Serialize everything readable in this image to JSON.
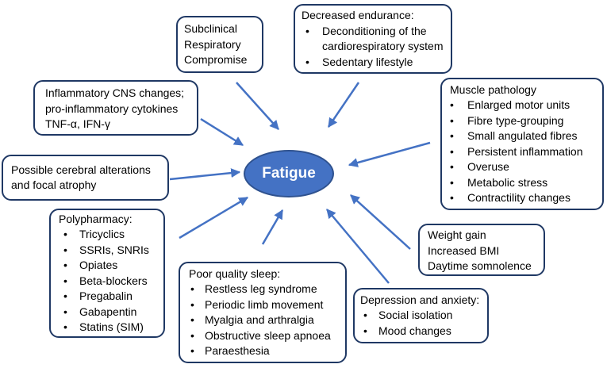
{
  "center": {
    "label": "Fatigue"
  },
  "boxes": {
    "subclinical": {
      "lines": [
        "Subclinical",
        "Respiratory",
        "Compromise"
      ]
    },
    "endurance": {
      "title": "Decreased endurance:",
      "items": [
        "Deconditioning of the cardiorespiratory system",
        "Sedentary lifestyle"
      ]
    },
    "inflammatory": {
      "lines": [
        "Inflammatory CNS changes;",
        "pro-inflammatory cytokines",
        "TNF-α, IFN-γ"
      ]
    },
    "muscle": {
      "title": "Muscle pathology",
      "items": [
        "Enlarged motor units",
        "Fibre type-grouping",
        "Small angulated fibres",
        "Persistent inflammation",
        "Overuse",
        "Metabolic stress",
        "Contractility changes"
      ]
    },
    "cerebral": {
      "lines": [
        "Possible cerebral alterations",
        "and focal atrophy"
      ]
    },
    "polypharmacy": {
      "title": "Polypharmacy:",
      "items": [
        "Tricyclics",
        "SSRIs, SNRIs",
        "Opiates",
        "Beta-blockers",
        "Pregabalin",
        "Gabapentin",
        "Statins (SIM)"
      ]
    },
    "sleep": {
      "title": "Poor quality sleep:",
      "items": [
        "Restless leg syndrome",
        "Periodic limb movement",
        "Myalgia and arthralgia",
        "Obstructive sleep apnoea",
        "Paraesthesia"
      ]
    },
    "weight": {
      "lines": [
        "Weight gain",
        "Increased BMI",
        "Daytime somnolence"
      ]
    },
    "depression": {
      "title": "Depression and anxiety:",
      "items": [
        "Social isolation",
        "Mood changes"
      ]
    }
  },
  "colors": {
    "accent": "#4472C4",
    "ellipse_border": "#2F528F",
    "box_border": "#1F3864"
  }
}
